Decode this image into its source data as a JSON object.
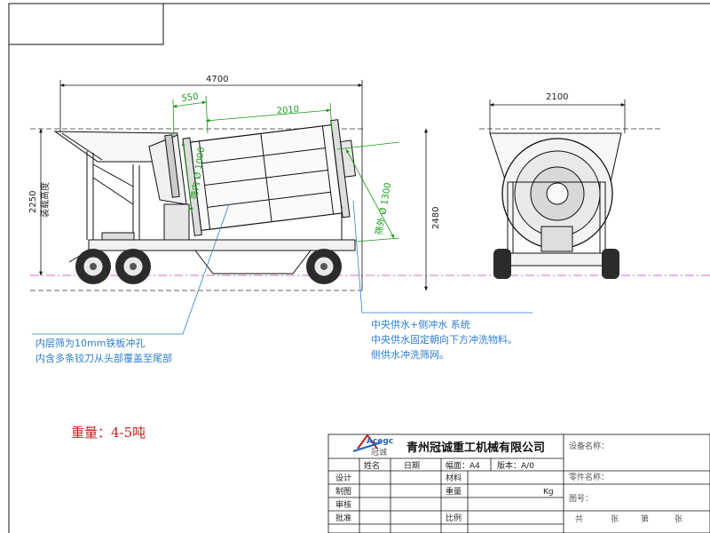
{
  "dimensions": {
    "overall_length": "4700",
    "hopper_offset": "550",
    "screen_length": "2010",
    "inner_diameter": "筛内 Ø 1000",
    "outer_diameter": "筛外 Ø 1300",
    "overall_height": "2480",
    "loading_height_value": "2250",
    "loading_height_label": "装载高度",
    "overall_width": "2100"
  },
  "notes": {
    "inner_screen": [
      "内层筛为10mm铁板冲孔",
      "内含多条铰刀从头部覆盖至尾部"
    ],
    "water_system": [
      "中央供水+侧冲水 系统",
      "中央供水固定朝向下方冲洗物料。",
      "侧供水冲洗筛网。"
    ]
  },
  "weight": "重量：4-5吨",
  "title_block": {
    "logo_text": "Acegc",
    "logo_sub": "冠诚",
    "company": "青州冠诚重工机械有限公司",
    "device_name_label": "设备名称：",
    "part_name_label": "零件名称：",
    "drawing_no_label": "图号：",
    "header_cells": [
      "姓名",
      "日期",
      "幅面：A4",
      "版本：A/0"
    ],
    "roles": [
      "设计",
      "制图",
      "审核",
      "批准"
    ],
    "fields": [
      "材料",
      "重量",
      "比例"
    ],
    "weight_unit": "Kg",
    "sheet_cells": [
      "共",
      "张",
      "第",
      "张"
    ]
  }
}
